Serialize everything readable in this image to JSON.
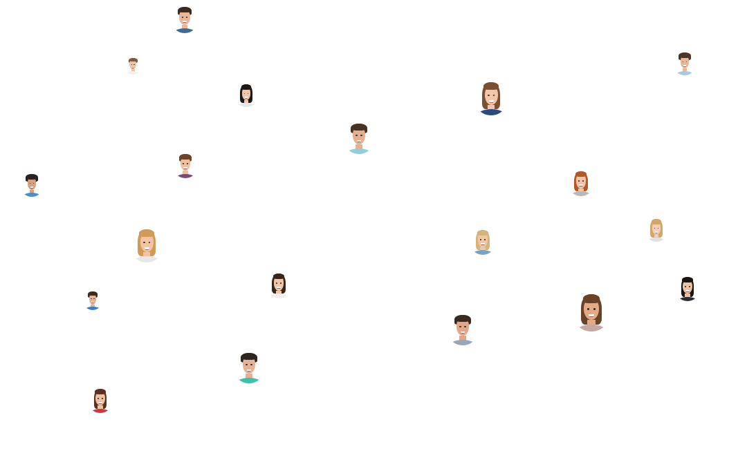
{
  "avatars": [
    {
      "gender": "male",
      "skin": "#e8b898",
      "hair": "#3a2a22",
      "shirt": "#3d6a96",
      "long_hair": false
    },
    {
      "gender": "male",
      "skin": "#eec4a6",
      "hair": "#7a5a40",
      "shirt": "#f2f2f2",
      "long_hair": false
    },
    {
      "gender": "female",
      "skin": "#f0c8ae",
      "hair": "#1e1a18",
      "shirt": "#dfe8ec",
      "long_hair": true
    },
    {
      "gender": "female",
      "skin": "#f2c6aa",
      "hair": "#7a5032",
      "shirt": "#2b4a82",
      "long_hair": true
    },
    {
      "gender": "male",
      "skin": "#e8b89a",
      "hair": "#4a3628",
      "shirt": "#a9c9de",
      "long_hair": false
    },
    {
      "gender": "male",
      "skin": "#e6b090",
      "hair": "#4a3222",
      "shirt": "#8fd0dc",
      "long_hair": false
    },
    {
      "gender": "male",
      "skin": "#eebe9e",
      "hair": "#6a4226",
      "shirt": "#7a4a72",
      "long_hair": false
    },
    {
      "gender": "male",
      "skin": "#d8a07e",
      "hair": "#2a2220",
      "shirt": "#4a8ed0",
      "long_hair": false
    },
    {
      "gender": "female",
      "skin": "#f0c4a8",
      "hair": "#b25a2a",
      "shirt": "#b8b8b8",
      "long_hair": true
    },
    {
      "gender": "female",
      "skin": "#f2c4a4",
      "hair": "#d09a58",
      "shirt": "#e8e8e8",
      "long_hair": true
    },
    {
      "gender": "female",
      "skin": "#f4cdb2",
      "hair": "#d2a868",
      "shirt": "#e0e0e4",
      "long_hair": true
    },
    {
      "gender": "female",
      "skin": "#f0c6a6",
      "hair": "#d6b478",
      "shirt": "#7aa2c6",
      "long_hair": true
    },
    {
      "gender": "female",
      "skin": "#f0c6aa",
      "hair": "#3a2418",
      "shirt": "#efefef",
      "long_hair": true
    },
    {
      "gender": "male",
      "skin": "#e4b494",
      "hair": "#3a2a20",
      "shirt": "#3a7ec4",
      "long_hair": false
    },
    {
      "gender": "female",
      "skin": "#eec2a4",
      "hair": "#1a1410",
      "shirt": "#2c2c34",
      "long_hair": true
    },
    {
      "gender": "male",
      "skin": "#e2aa88",
      "hair": "#6a4228",
      "shirt": "#c7a8a0",
      "long_hair": true
    },
    {
      "gender": "male",
      "skin": "#e0a888",
      "hair": "#3a2a22",
      "shirt": "#98a8b8",
      "long_hair": false
    },
    {
      "gender": "male",
      "skin": "#e6b296",
      "hair": "#2e2620",
      "shirt": "#3cc2a8",
      "long_hair": false
    },
    {
      "gender": "female",
      "skin": "#eec0a0",
      "hair": "#5a3222",
      "shirt": "#c83a3a",
      "long_hair": true
    }
  ]
}
